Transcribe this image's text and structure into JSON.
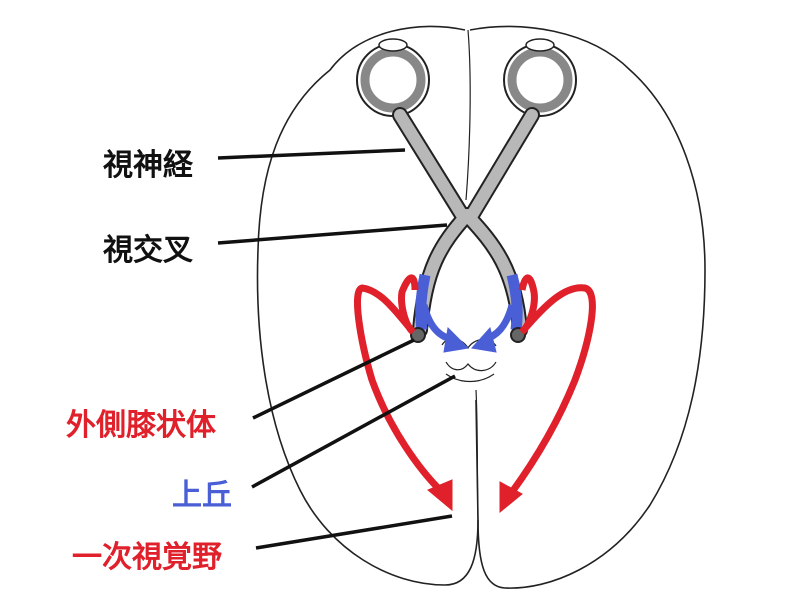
{
  "labels": {
    "optic_nerve": "視神経",
    "optic_chiasm": "視交叉",
    "lateral_geniculate_body": "外側膝状体",
    "superior_colliculus": "上丘",
    "primary_visual_cortex": "一次視覚野"
  },
  "colors": {
    "red": "#e0202a",
    "blue": "#4a5fd6",
    "black": "#111111",
    "gray": "#b8b8b8"
  }
}
